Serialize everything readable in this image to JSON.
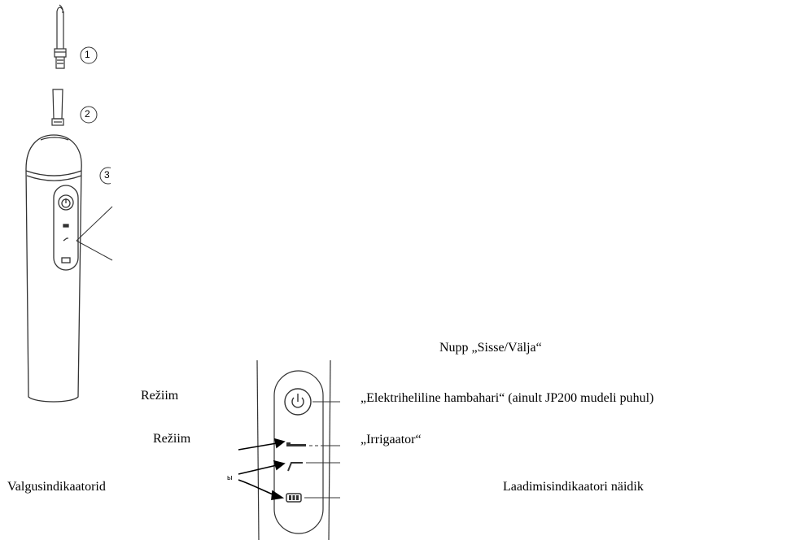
{
  "callouts": {
    "tip": "1",
    "stem": "2",
    "body": "3"
  },
  "labels": {
    "power_button": "Nupp „Sisse/Välja“",
    "mode_left_1": "Režiim",
    "mode_right_1": "„Elektriheliline hambahari“ (ainult JP200 mudeli puhul)",
    "mode_left_2": "Režiim",
    "mode_right_2": "„Irrigaator“",
    "light_indicators": "Valgusindikaatorid",
    "charge_indicator": "Laadimisindikaatori näidik",
    "cut_fragment": "ы"
  },
  "colors": {
    "stroke": "#333333",
    "text": "#000000"
  },
  "icons": [
    "power-icon",
    "brush-mode-icon",
    "irrigator-mode-icon",
    "battery-icon"
  ]
}
